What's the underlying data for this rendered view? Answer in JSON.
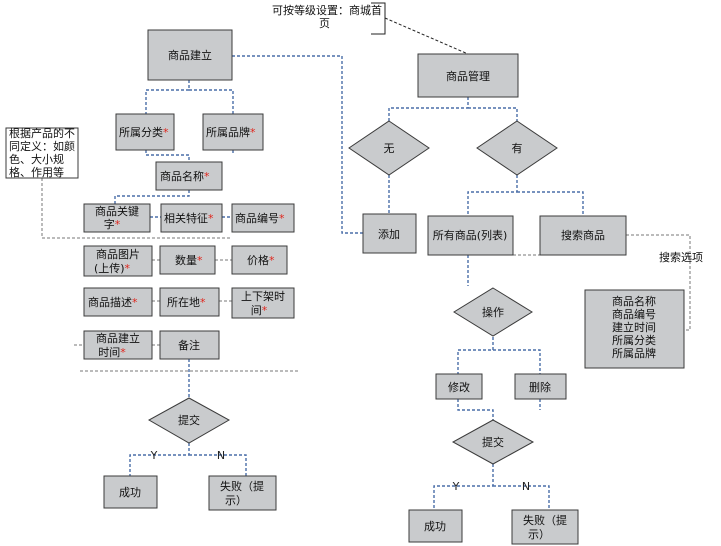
{
  "top_note": {
    "line1": "可按等级设置：商城首",
    "line2": "页"
  },
  "left_note": {
    "line1": "根据产品的不",
    "line2": "同定义：如颜",
    "line3": "色、大小规",
    "line4": "格、作用等"
  },
  "search_options": {
    "label": "搜索选项",
    "items": [
      "商品名称",
      "商品编号",
      "建立时间",
      "所属分类",
      "所属品牌"
    ]
  },
  "left_flow": {
    "create": "商品建立",
    "category": "所属分类",
    "brand": "所属品牌",
    "name": "商品名称",
    "keyword_1": "商品关键",
    "keyword_2": "字",
    "feature": "相关特征",
    "code": "商品编号",
    "image_1": "商品图片",
    "image_2": "(上传)",
    "quantity": "数量",
    "price": "价格",
    "desc": "商品描述",
    "location": "所在地",
    "shelf_1": "上下架时",
    "shelf_2": "间",
    "ctime_1": "商品建立",
    "ctime_2": "时间",
    "remark": "备注",
    "submit": "提交",
    "yes": "Y",
    "no": "N",
    "success": "成功",
    "fail_1": "失败（提",
    "fail_2": "示）"
  },
  "right_flow": {
    "manage": "商品管理",
    "none": "无",
    "has": "有",
    "add": "添加",
    "all": "所有商品(列表)",
    "search": "搜索商品",
    "operate": "操作",
    "edit": "修改",
    "delete": "删除",
    "submit": "提交",
    "yes": "Y",
    "no": "N",
    "success": "成功",
    "fail_1": "失败（提",
    "fail_2": "示）"
  },
  "required_mark": "*"
}
